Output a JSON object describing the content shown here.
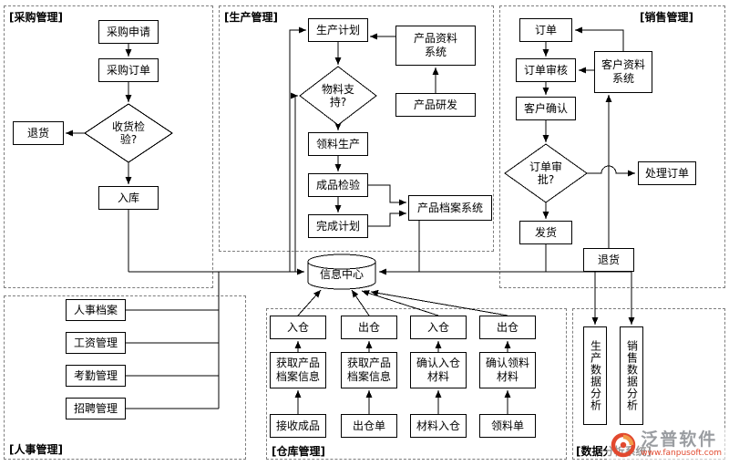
{
  "modules": {
    "purchase": {
      "label": "[采购管理]",
      "nodes": {
        "apply": "采购申请",
        "order": "采购订单",
        "inspect": "收货检验?",
        "return": "退货",
        "stock_in": "入库"
      }
    },
    "production": {
      "label": "[生产管理]",
      "nodes": {
        "plan": "生产计划",
        "product_data": "产品资料系统",
        "material": "物料支持?",
        "rd": "产品研发",
        "pick": "领料生产",
        "inspect": "成品检验",
        "finish": "完成计划",
        "archive": "产品档案系统"
      }
    },
    "sales": {
      "label": "[销售管理]",
      "nodes": {
        "order": "订单",
        "review": "订单审核",
        "customer_data": "客户资料系统",
        "confirm": "客户确认",
        "approve": "订单审批?",
        "process": "处理订单",
        "ship": "发货",
        "return": "退货"
      }
    },
    "hr": {
      "label": "[人事管理]",
      "nodes": {
        "files": "人事档案",
        "salary": "工资管理",
        "attendance": "考勤管理",
        "recruit": "招聘管理"
      }
    },
    "warehouse": {
      "label": "[仓库管理]",
      "nodes": {
        "col1_top": "入仓",
        "col2_top": "出仓",
        "col3_top": "入仓",
        "col4_top": "出仓",
        "col1_mid": "获取产品档案信息",
        "col2_mid": "获取产品档案信息",
        "col3_mid": "确认入仓材料",
        "col4_mid": "确认领料材料",
        "col1_bot": "接收成品",
        "col2_bot": "出仓单",
        "col3_bot": "材料入仓",
        "col4_bot": "领料单"
      }
    },
    "analysis": {
      "label": "[数据分析系统]",
      "nodes": {
        "production": "生产数据分析",
        "sales": "销售数据分析"
      }
    }
  },
  "center": {
    "label": "信息中心"
  },
  "watermark": {
    "brand": "泛普软件",
    "url": "www.fanpusoft.com"
  },
  "colors": {
    "brand_orange": "#e2492f",
    "line": "#000000",
    "dashed_border": "#7d7d7d"
  }
}
